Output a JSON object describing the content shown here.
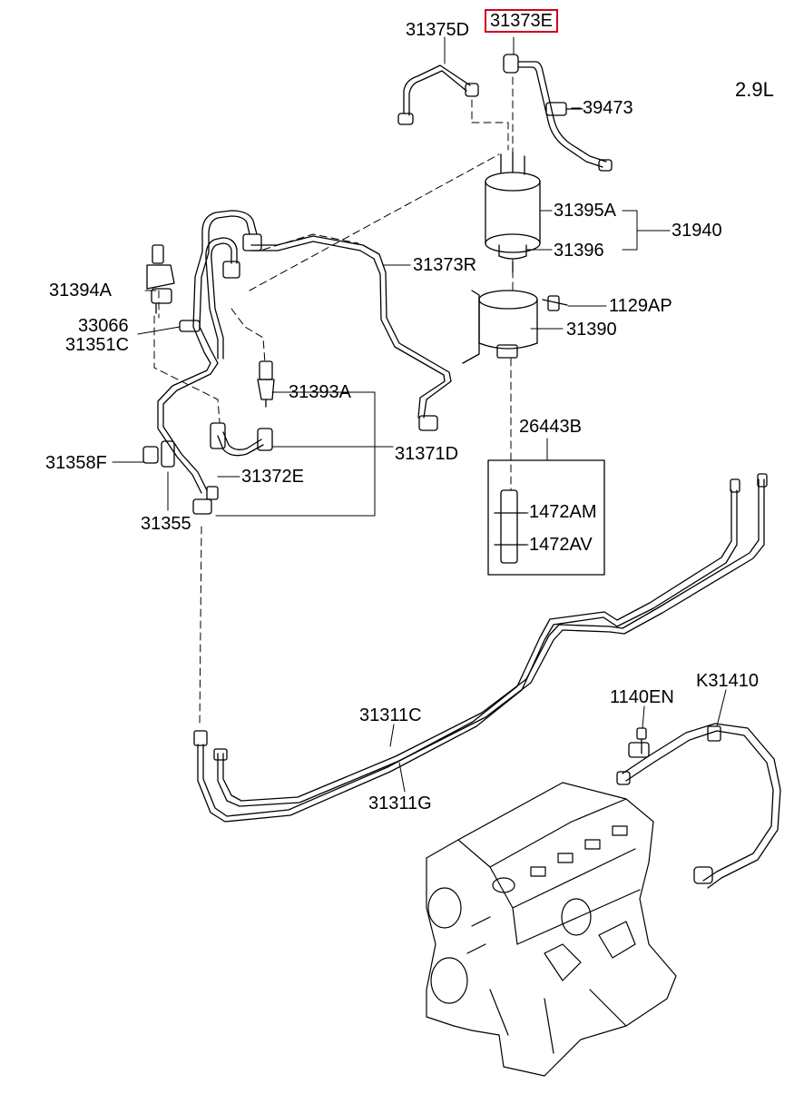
{
  "engine_variant": "2.9L",
  "highlight_color": "#d0021b",
  "parts": [
    {
      "id": "p1",
      "code": "31375D"
    },
    {
      "id": "p2",
      "code": "31373E",
      "highlighted": true
    },
    {
      "id": "p3",
      "code": "39473"
    },
    {
      "id": "p4",
      "code": "31395A"
    },
    {
      "id": "p5",
      "code": "31940"
    },
    {
      "id": "p6",
      "code": "31396"
    },
    {
      "id": "p7",
      "code": "31373R"
    },
    {
      "id": "p8",
      "code": "31394A"
    },
    {
      "id": "p9",
      "code": "1129AP"
    },
    {
      "id": "p10",
      "code": "33066"
    },
    {
      "id": "p11",
      "code": "31351C"
    },
    {
      "id": "p12",
      "code": "31390"
    },
    {
      "id": "p13",
      "code": "31393A"
    },
    {
      "id": "p14",
      "code": "26443B"
    },
    {
      "id": "p15",
      "code": "31371D"
    },
    {
      "id": "p16",
      "code": "31358F"
    },
    {
      "id": "p17",
      "code": "31372E"
    },
    {
      "id": "p18",
      "code": "1472AM"
    },
    {
      "id": "p19",
      "code": "31355"
    },
    {
      "id": "p20",
      "code": "1472AV"
    },
    {
      "id": "p21",
      "code": "K31410"
    },
    {
      "id": "p22",
      "code": "1140EN"
    },
    {
      "id": "p23",
      "code": "31311C"
    },
    {
      "id": "p24",
      "code": "31311G"
    }
  ]
}
